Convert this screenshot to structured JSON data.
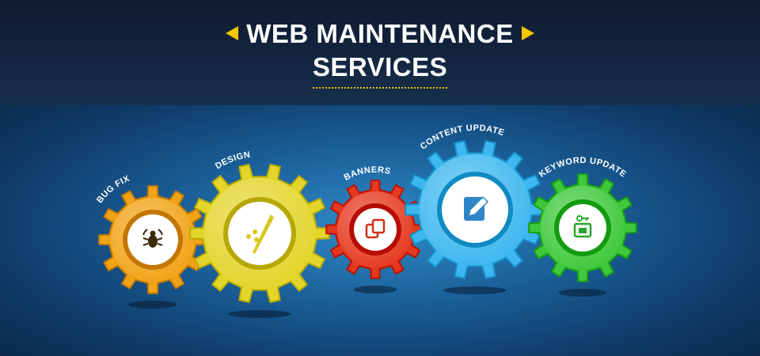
{
  "banner": {
    "title_line1": "WEB MAINTENANCE",
    "title_line2": "SERVICES",
    "accent_color": "#f5c400"
  },
  "gears": [
    {
      "label": "BUG FIX",
      "icon": "bug-icon",
      "color": "#f0a316"
    },
    {
      "label": "DESIGN",
      "icon": "design-pen-icon",
      "color": "#e3d52a"
    },
    {
      "label": "BANNERS",
      "icon": "banners-pages-icon",
      "color": "#e5391f"
    },
    {
      "label": "CONTENT UPDATE",
      "icon": "edit-document-icon",
      "color": "#3db7ef"
    },
    {
      "label": "KEYWORD UPDATE",
      "icon": "keyword-folder-icon",
      "color": "#3ec83a"
    }
  ]
}
